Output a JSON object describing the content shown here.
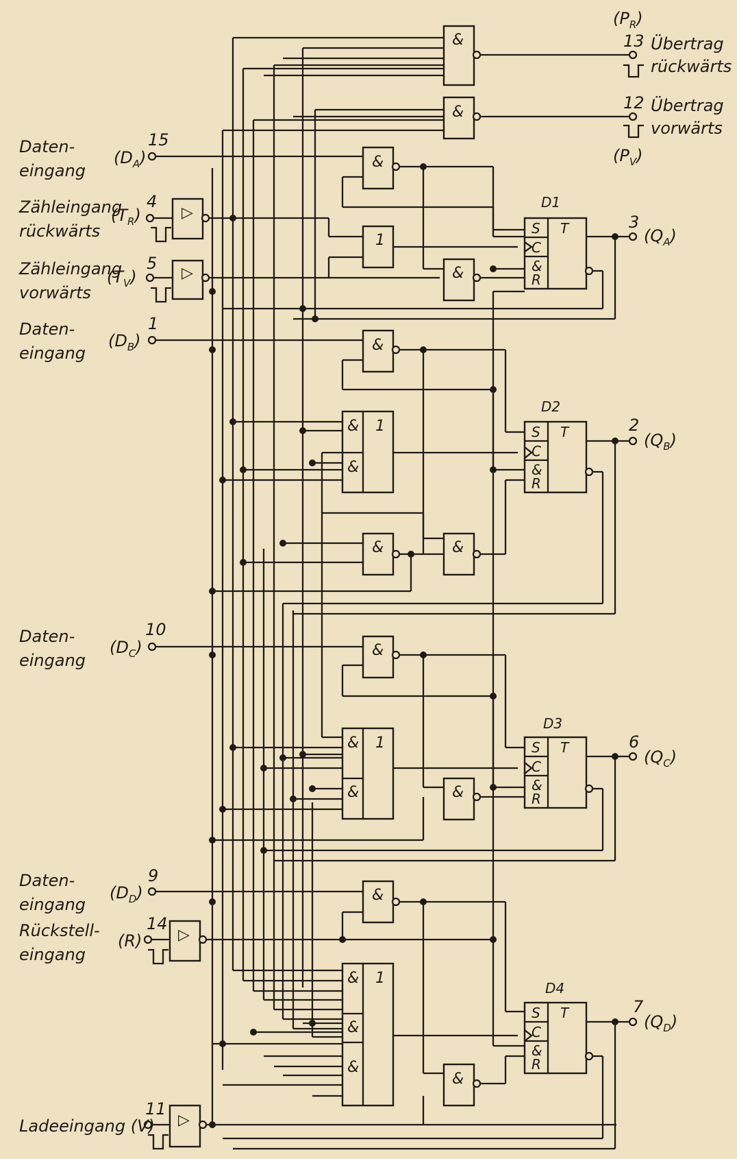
{
  "labels": {
    "daten_a_1": "Daten-",
    "daten_a_2": "eingang",
    "zr_1": "Zähleingang",
    "zr_2": "rückwärts",
    "zv_1": "Zähleingang",
    "zv_2": "vorwärts",
    "daten_b_1": "Daten-",
    "daten_b_2": "eingang",
    "daten_c_1": "Daten-",
    "daten_c_2": "eingang",
    "daten_d_1": "Daten-",
    "daten_d_2": "eingang",
    "reset_1": "Rückstell-",
    "reset_2": "eingang",
    "load": "Ladeeingang (V)",
    "carry_r_1": "Übertrag",
    "carry_r_2": "rückwärts",
    "carry_v_1": "Übertrag",
    "carry_v_2": "vorwärts"
  },
  "inputs": {
    "da": {
      "pin": "15",
      "sym": "(D",
      "sub": "A",
      "close": ")"
    },
    "tr": {
      "pin": "4",
      "sym": "(T",
      "sub": "R",
      "close": ")"
    },
    "tv": {
      "pin": "5",
      "sym": "(T",
      "sub": "V",
      "close": ")"
    },
    "db": {
      "pin": "1",
      "sym": "(D",
      "sub": "B",
      "close": ")"
    },
    "dc": {
      "pin": "10",
      "sym": "(D",
      "sub": "C",
      "close": ")"
    },
    "dd": {
      "pin": "9",
      "sym": "(D",
      "sub": "D",
      "close": ")"
    },
    "r": {
      "pin": "14",
      "sym": "(R)"
    },
    "v": {
      "pin": "11"
    }
  },
  "outputs": {
    "pr": {
      "pin": "13",
      "sym": "(P",
      "sub": "R",
      "close": ")"
    },
    "pv": {
      "pin": "12",
      "sym": "(P",
      "sub": "V",
      "close": ")"
    },
    "qa": {
      "pin": "3",
      "sym": "(Q",
      "sub": "A",
      "close": ")"
    },
    "qb": {
      "pin": "2",
      "sym": "(Q",
      "sub": "B",
      "close": ")"
    },
    "qc": {
      "pin": "6",
      "sym": "(Q",
      "sub": "C",
      "close": ")"
    },
    "qd": {
      "pin": "7",
      "sym": "(Q",
      "sub": "D",
      "close": ")"
    }
  },
  "flipflops": {
    "d1": {
      "name": "D1",
      "s": "S",
      "c": "C",
      "and": "&",
      "r": "R",
      "t": "T"
    },
    "d2": {
      "name": "D2",
      "s": "S",
      "c": "C",
      "and": "&",
      "r": "R",
      "t": "T"
    },
    "d3": {
      "name": "D3",
      "s": "S",
      "c": "C",
      "and": "&",
      "r": "R",
      "t": "T"
    },
    "d4": {
      "name": "D4",
      "s": "S",
      "c": "C",
      "and": "&",
      "r": "R",
      "t": "T"
    }
  },
  "gate_symbols": {
    "and": "&",
    "or": "1",
    "buffer": "▷"
  }
}
